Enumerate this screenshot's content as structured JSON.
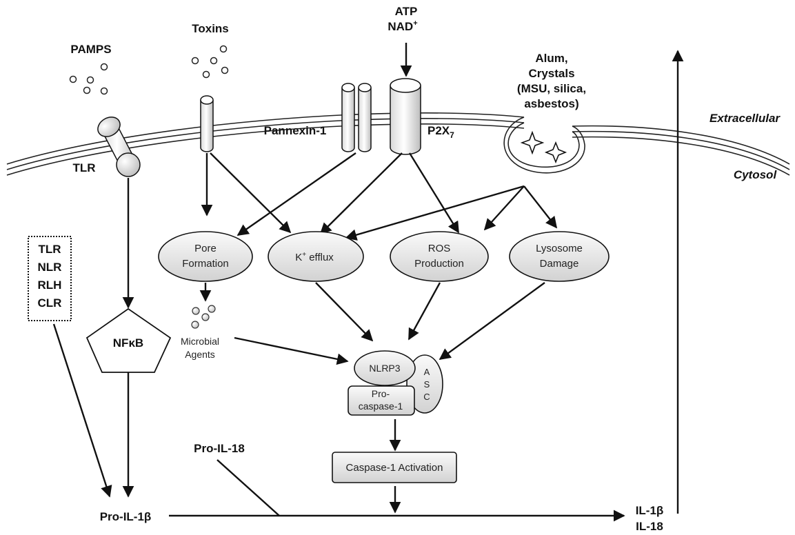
{
  "labels": {
    "pamps": "PAMPS",
    "toxins": "Toxins",
    "atp": "ATP",
    "nad": "NAD",
    "nad_sup": "+",
    "alum": "Alum,",
    "crystals": "Crystals",
    "msu": "(MSU, silica,",
    "asbestos": "asbestos)",
    "extracellular": "Extracellular",
    "cytosol": "Cytosol",
    "pannexin": "Pannexin-1",
    "p2x": "P2X",
    "p2x_sub": "7",
    "tlr": "TLR",
    "microbial_1": "Microbial",
    "microbial_2": "Agents",
    "pro_il18": "Pro-IL-18",
    "pro_il1b": "Pro-IL-1β",
    "il1b": "IL-1β",
    "il18": "IL-18"
  },
  "receptor_box": [
    "TLR",
    "NLR",
    "RLH",
    "CLR"
  ],
  "nodes": {
    "pore_1": "Pore",
    "pore_2": "Formation",
    "k_efflux_k": "K",
    "k_efflux_sup": "+",
    "k_efflux_rest": " efflux",
    "ros_1": "ROS",
    "ros_2": "Production",
    "lyso_1": "Lysosome",
    "lyso_2": "Damage",
    "nfkb": "NFκB",
    "nlrp3": "NLRP3",
    "asc_a": "A",
    "asc_s": "S",
    "asc_c": "C",
    "procasp_1": "Pro-",
    "procasp_2": "caspase-1",
    "caspase": "Caspase-1 Activation"
  }
}
